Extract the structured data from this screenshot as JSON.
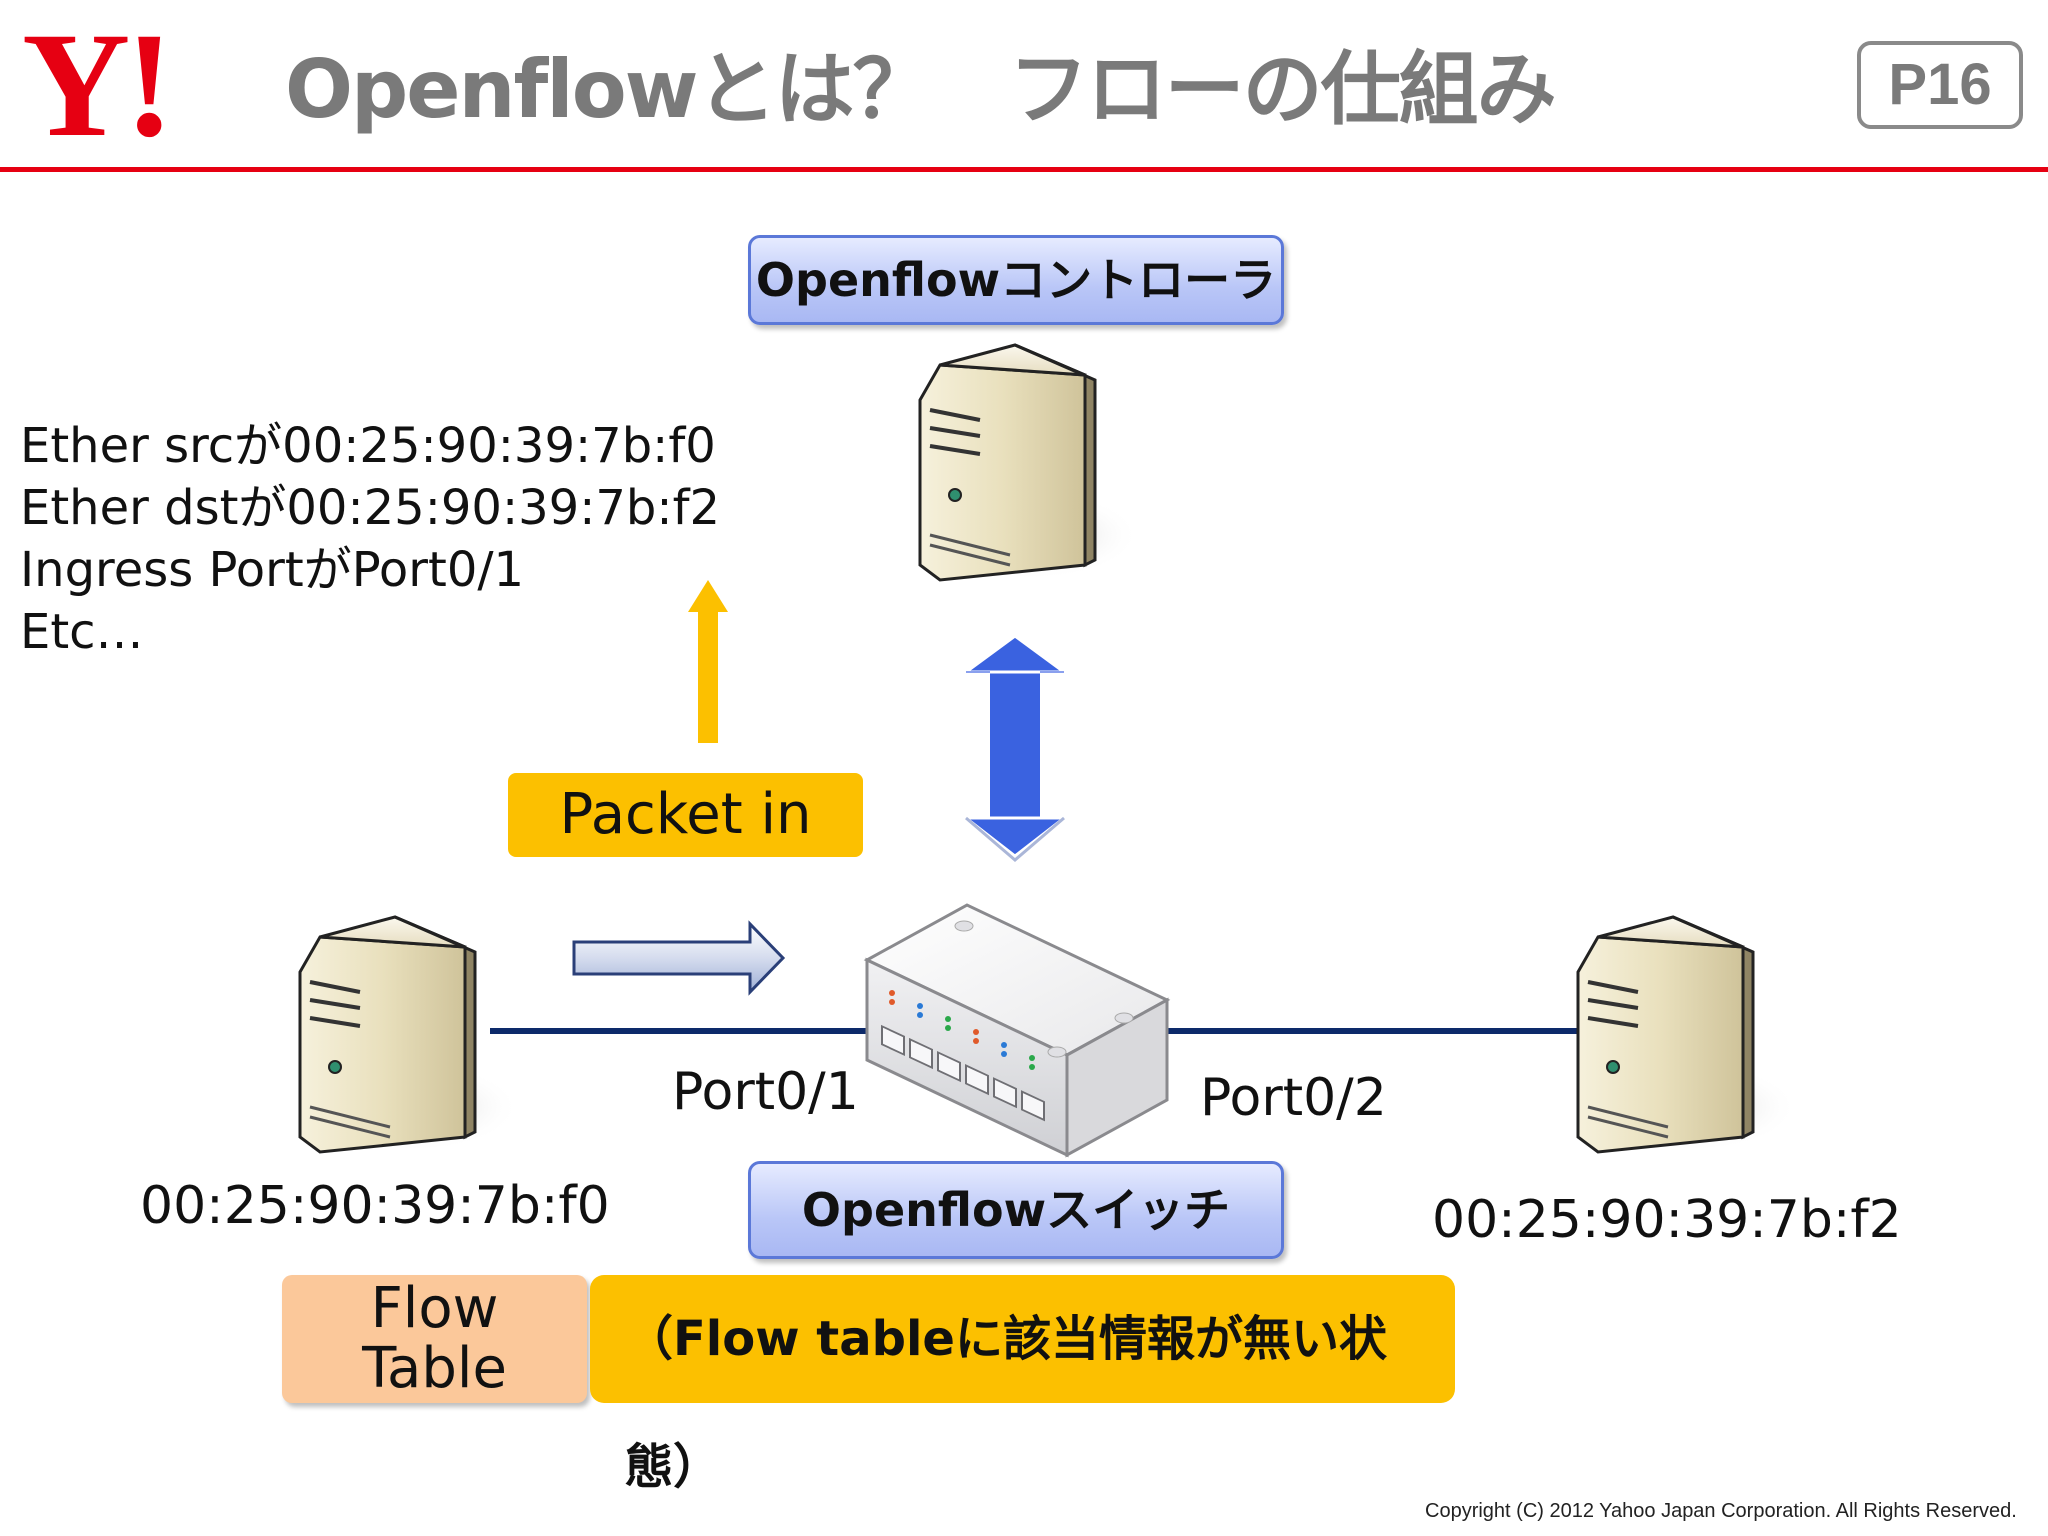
{
  "header": {
    "logo_text": "Y!",
    "title": "Openflowとは？　フローの仕組み",
    "page_label": "P16"
  },
  "diagram": {
    "controller_label": "Openflowコントローラ",
    "switch_label": "Openflowスイッチ",
    "packet_in_label": "Packet in",
    "info_lines": [
      "Ether srcが00:25:90:39:7b:f0",
      "Ether dstが00:25:90:39:7b:f2",
      "Ingress PortがPort0/1",
      "Etc…"
    ],
    "left_host_mac": "00:25:90:39:7b:f0",
    "right_host_mac": "00:25:90:39:7b:f2",
    "port_left": "Port0/1",
    "port_right": "Port0/2",
    "flow_table_label": [
      "Flow",
      "Table"
    ],
    "flow_table_note": "（Flow tableに該当情報が無い状態）",
    "colors": {
      "accent_red": "#e60012",
      "packet_in_yellow": "#fcc000",
      "control_arrow_blue": "#3a62e0",
      "link_navy": "#0d2a6a",
      "flow_table_orange": "#fbc89a"
    }
  },
  "footer": {
    "copyright": "Copyright (C) 2012 Yahoo Japan Corporation. All Rights Reserved."
  }
}
